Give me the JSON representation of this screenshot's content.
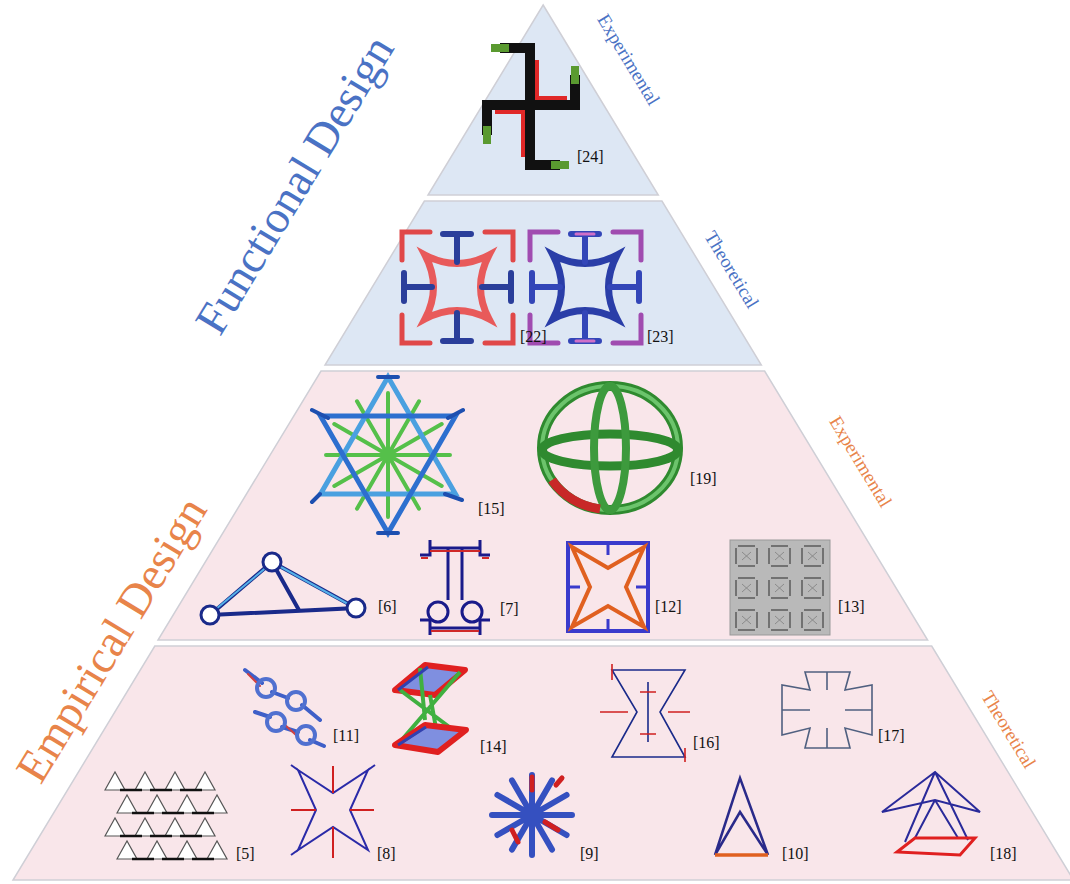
{
  "diagram": {
    "nodes": [
      {
        "text": [
          "Experimental"
        ]
      },
      {
        "text": [
          "Theoretical"
        ]
      },
      {
        "text": [
          "Experimental"
        ]
      },
      {
        "text": [
          "Theoretical"
        ]
      }
    ],
    "labels": [
      "Functional Design",
      "Empirical Design",
      "[24]",
      "[22]",
      "[23]",
      "[15]",
      "[19]",
      "[6]",
      "[7]",
      "[12]",
      "[13]",
      "[11]",
      "[14]",
      "[16]",
      "[17]",
      "[5]",
      "[8]",
      "[9]",
      "[10]",
      "[18]"
    ]
  }
}
